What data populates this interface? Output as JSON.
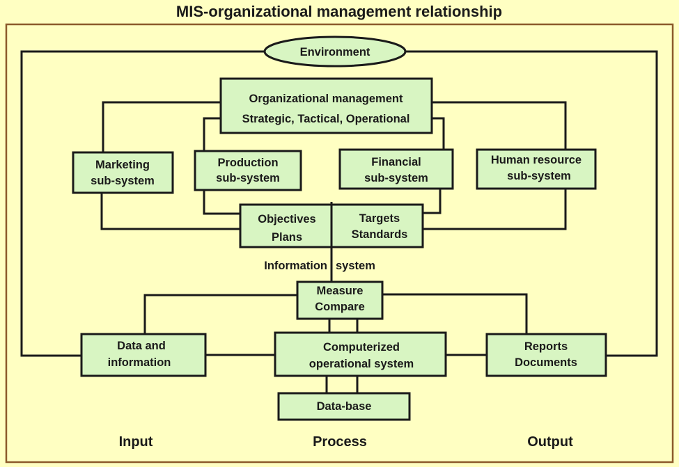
{
  "title": "MIS-organizational management relationship",
  "colors": {
    "background": "#FFFFC2",
    "box_fill": "#D8F5C2",
    "frame": "#8B5A2B",
    "line": "#1a1a1a"
  },
  "nodes": {
    "environment": [
      "Environment"
    ],
    "org_management": [
      "Organizational management",
      "Strategic, Tactical, Operational"
    ],
    "marketing": [
      "Marketing",
      "sub-system"
    ],
    "production": [
      "Production",
      "sub-system"
    ],
    "financial": [
      "Financial",
      "sub-system"
    ],
    "human_resource": [
      "Human resource",
      "sub-system"
    ],
    "objectives": [
      "Objectives",
      "Plans"
    ],
    "targets": [
      "Targets",
      "Standards"
    ],
    "information_system": [
      "Information",
      "system"
    ],
    "measure": [
      "Measure",
      "Compare"
    ],
    "data_info": [
      "Data and",
      "information"
    ],
    "computerized": [
      "Computerized",
      "operational system"
    ],
    "reports": [
      "Reports",
      "Documents"
    ],
    "database": [
      "Data-base"
    ]
  },
  "footer": {
    "input": "Input",
    "process": "Process",
    "output": "Output"
  }
}
